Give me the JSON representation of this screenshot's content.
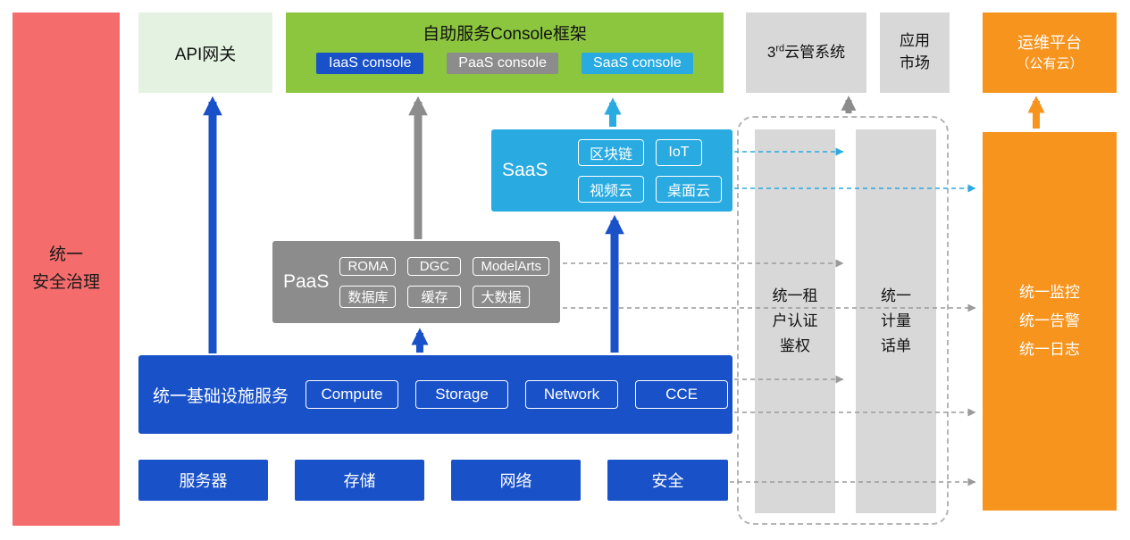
{
  "colors": {
    "security_red": "#F56C6C",
    "api_gateway_green": "#E4F2E2",
    "console_green": "#8CC63E",
    "primary_blue": "#1951C8",
    "paas_gray": "#8C8C8C",
    "light_gray": "#D8D8D8",
    "saas_cyan": "#29ABE2",
    "om_orange": "#F7941E"
  },
  "security_bar": {
    "label": "统一\n安全治理"
  },
  "api_gateway": {
    "label": "API网关"
  },
  "console_framework": {
    "title": "自助服务Console框架",
    "iaas_console": "IaaS console",
    "paas_console": "PaaS console",
    "saas_console": "SaaS console"
  },
  "third_cloud": {
    "prefix": "3",
    "sup": "rd",
    "suffix": "云管系统"
  },
  "app_market": {
    "label": "应用\n市场"
  },
  "om_platform": {
    "line1": "运维平台",
    "line2": "（公有云）"
  },
  "saas": {
    "label": "SaaS",
    "chips": [
      "区块链",
      "IoT",
      "视频云",
      "桌面云"
    ]
  },
  "paas": {
    "label": "PaaS",
    "chips": [
      "ROMA",
      "DGC",
      "ModelArts",
      "数据库",
      "缓存",
      "大数据"
    ]
  },
  "infra": {
    "label": "统一基础设施服务",
    "chips": [
      "Compute",
      "Storage",
      "Network",
      "CCE"
    ]
  },
  "hardware": {
    "items": [
      "服务器",
      "存储",
      "网络",
      "安全"
    ]
  },
  "pipeline": {
    "auth": "统一租\n户认证\n鉴权",
    "billing": "统一\n计量\n话单"
  },
  "monitor": {
    "label": "统一监控\n统一告警\n统一日志"
  }
}
